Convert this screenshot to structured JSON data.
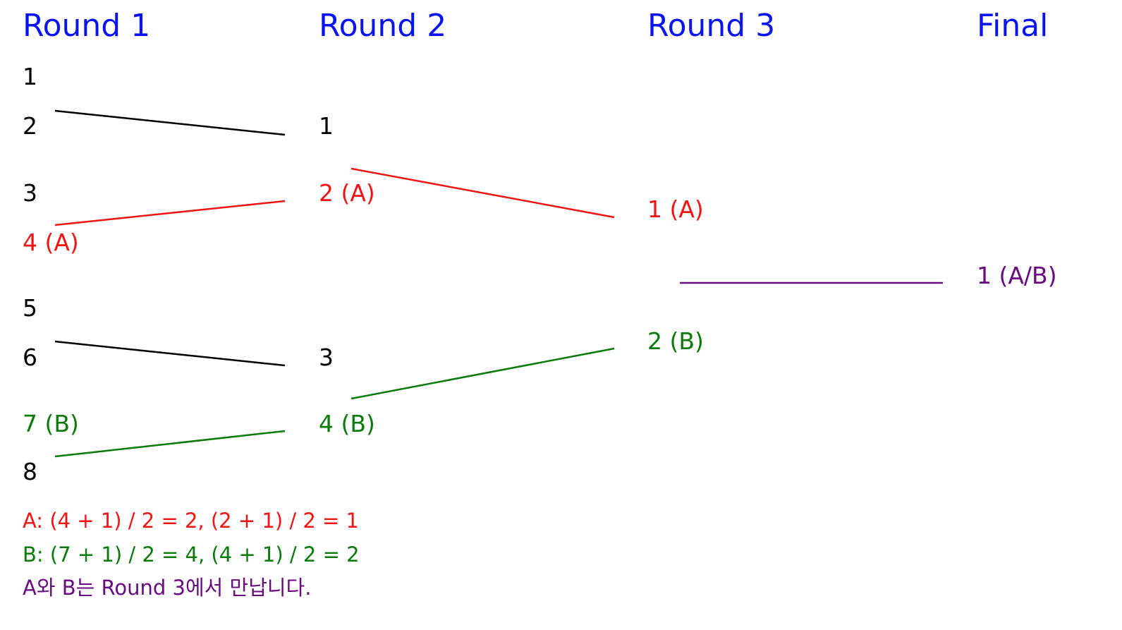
{
  "colors": {
    "header": "#0a14f0",
    "default": "#000000",
    "a": "#f01414",
    "b": "#0a7a0a",
    "ab": "#6a0a80"
  },
  "headers": [
    "Round 1",
    "Round 2",
    "Round 3",
    "Final"
  ],
  "rounds": [
    {
      "nodes": [
        {
          "label": "1",
          "group": "default"
        },
        {
          "label": "2",
          "group": "default"
        },
        {
          "label": "3",
          "group": "default"
        },
        {
          "label": "4 (A)",
          "group": "a"
        },
        {
          "label": "5",
          "group": "default"
        },
        {
          "label": "6",
          "group": "default"
        },
        {
          "label": "7 (B)",
          "group": "b"
        },
        {
          "label": "8",
          "group": "default"
        }
      ]
    },
    {
      "nodes": [
        {
          "label": "1",
          "group": "default"
        },
        {
          "label": "2 (A)",
          "group": "a"
        },
        {
          "label": "3",
          "group": "default"
        },
        {
          "label": "4 (B)",
          "group": "b"
        }
      ]
    },
    {
      "nodes": [
        {
          "label": "1 (A)",
          "group": "a"
        },
        {
          "label": "2 (B)",
          "group": "b"
        }
      ]
    },
    {
      "nodes": [
        {
          "label": "1 (A/B)",
          "group": "ab"
        }
      ]
    }
  ],
  "links": [
    {
      "from": [
        0,
        1
      ],
      "to": [
        1,
        0
      ],
      "group": "default"
    },
    {
      "from": [
        0,
        3
      ],
      "to": [
        1,
        1
      ],
      "group": "a"
    },
    {
      "from": [
        0,
        5
      ],
      "to": [
        1,
        2
      ],
      "group": "default"
    },
    {
      "from": [
        0,
        6
      ],
      "to": [
        1,
        3
      ],
      "group": "b"
    },
    {
      "from": [
        1,
        1
      ],
      "to": [
        2,
        0
      ],
      "group": "a"
    },
    {
      "from": [
        1,
        3
      ],
      "to": [
        2,
        1
      ],
      "group": "b"
    },
    {
      "from": [
        2,
        0
      ],
      "to": [
        3,
        0
      ],
      "group": "ab"
    }
  ],
  "notes": [
    {
      "text": "A: (4 + 1) / 2 = 2, (2 + 1) / 2 = 1",
      "group": "a"
    },
    {
      "text": "B: (7 + 1) / 2 = 4, (4 + 1) / 2 = 2",
      "group": "b"
    },
    {
      "text": "A와 B는 Round 3에서 만납니다.",
      "group": "ab"
    }
  ]
}
